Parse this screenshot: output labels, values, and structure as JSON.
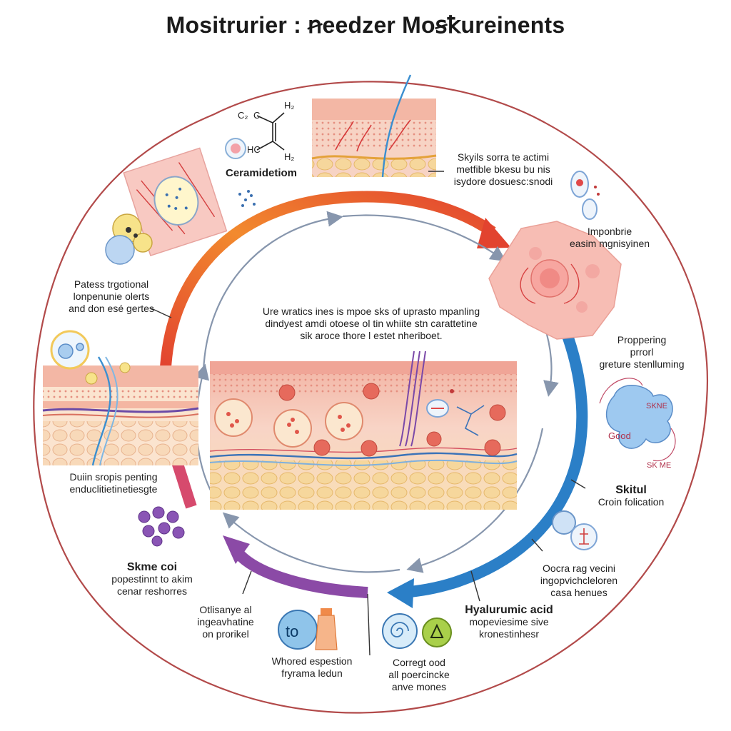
{
  "title": "Mositrurier : ꞥeedzer Moꞩꝁureinents",
  "colors": {
    "ring": "#b24a4a",
    "arrow_orange": "#f07a2a",
    "arrow_red": "#e2432f",
    "arrow_blue": "#2b7fc7",
    "arrow_purple": "#8b4aa6",
    "arrow_pink": "#d64a6d",
    "inner_arrow": "#8796ad",
    "skin_top": "#f2b7a6",
    "skin_mid": "#f7cfc0",
    "fat": "#f3d59a"
  },
  "labels": {
    "ceramide": {
      "l1": "Ceramidetiom"
    },
    "formula": {
      "a": "C₂",
      "b": "C",
      "c": "H₂",
      "d": "HC",
      "e": "H₂"
    },
    "top_right": {
      "l1": "Skyils sorra te actimi",
      "l2": "metfible bkesu bu nis",
      "l3": "isydore dosuesc:snodi"
    },
    "improbrie": {
      "l1": "Imponbrie",
      "l2": "easim mgnisyinen"
    },
    "left_upper": {
      "l1": "Patess trgotional",
      "l2": "lonpenunie olerts",
      "l3": "and don esé gertes"
    },
    "center": {
      "l1": "Ure wratics ines is mpoe sks of uprasto mpanling",
      "l2": "dindyest amdi otoese ol tin whiite stn carattetine",
      "l3": "sik aroce thore l estet nheriboet."
    },
    "propper": {
      "l1": "Proppering",
      "l2": "prrorl",
      "l3": "greture stenlluming"
    },
    "molecule_text": {
      "a": "SKNE",
      "b": "Good",
      "c": "SK ME"
    },
    "skitul": {
      "l1": "Skitul",
      "l2": "Croin folication"
    },
    "left_lower": {
      "l1": "Duiin sropis penting",
      "l2": "enduclitietinetiesgte"
    },
    "skme": {
      "l1": "Skme coi",
      "l2": "popestinnt to akim",
      "l3": "cenar reshorres"
    },
    "otlis": {
      "l1": "Otlisanye al",
      "l2": "ingeavhatine",
      "l3": "on prorikel"
    },
    "whored": {
      "l1": "Whored espestion",
      "l2": "fryrama ledun"
    },
    "correg": {
      "l1": "Corregt ood",
      "l2": "all poercincke",
      "l3": "anve mones"
    },
    "hyaluronic": {
      "l1": "Hyalurumic acid",
      "l2": "mopeviesime sive",
      "l3": "kronestinhesr"
    },
    "oocra": {
      "l1": "Oocra rag vecini",
      "l2": "ingopvichcleloren",
      "l3": "casa henues"
    },
    "jar_text": "to"
  }
}
